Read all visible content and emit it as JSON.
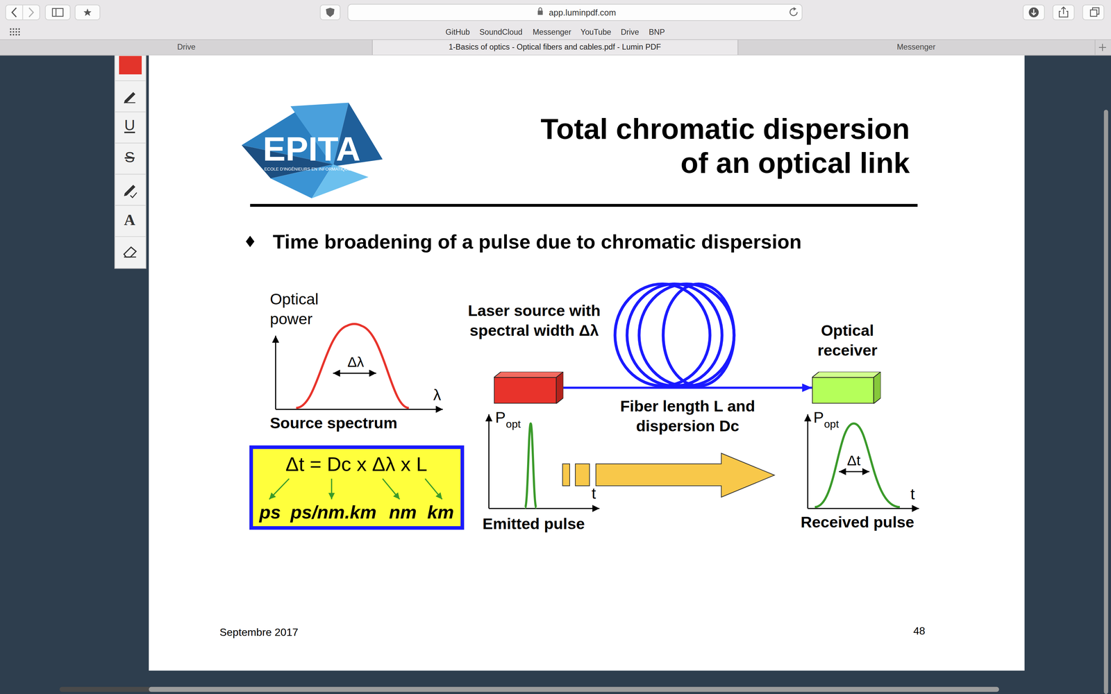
{
  "diagram": {
    "title": "Total chromatic dispersion of an optical link",
    "nodes": [
      {
        "text": [
          "Laser source with spectral width Δλ"
        ]
      },
      {
        "text": [
          "Optical receiver"
        ]
      },
      {
        "text": [
          "Δt = Dc x Δλ x L",
          "ps",
          "ps/nm.km",
          "nm",
          "km"
        ]
      }
    ],
    "edges": [
      {
        "from": 0,
        "to": 1,
        "arrow": "to",
        "label": "Fiber length L and dispersion Dc"
      }
    ],
    "labels": [
      "app.luminpdf.com",
      "GitHub",
      "SoundCloud",
      "Messenger",
      "YouTube",
      "Drive",
      "BNP",
      "Drive",
      "1-Basics of optics - Optical fibers and cables.pdf - Lumin PDF",
      "Messenger",
      "U",
      "S",
      "A",
      "EPITA",
      "ECOLE D'INGÉNIEURS EN INFORMATIQUE",
      "Time broadening of a pulse due to chromatic dispersion",
      "Optical power",
      "Δλ",
      "λ",
      "Source spectrum",
      "P",
      "opt",
      "t",
      "Emitted pulse",
      "P",
      "opt",
      "Δt",
      "t",
      "Received pulse",
      "Septembre 2017",
      "48"
    ]
  }
}
